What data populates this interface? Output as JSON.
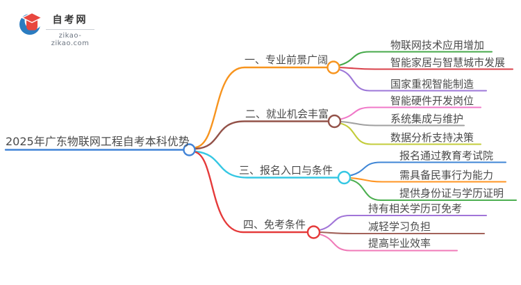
{
  "logo": {
    "title": "自考网",
    "domain": "zikao-zikao.com",
    "crescent_color": "#2b7cc0",
    "cap_color": "#e8473f"
  },
  "central": {
    "label": "2025年广东物联网工程自考本科优势",
    "color": "#4183d7"
  },
  "branches": [
    {
      "label": "一、专业前景广阔",
      "color": "#f7941e",
      "children": [
        {
          "label": "物联网技术应用增加",
          "color": "#46a94a"
        },
        {
          "label": "智能家居与智慧城市发展",
          "color": "#d9404a"
        },
        {
          "label": "国家重视智能制造",
          "color": "#9d77d8"
        }
      ]
    },
    {
      "label": "二、就业机会丰富",
      "color": "#935249",
      "children": [
        {
          "label": "智能硬件开发岗位",
          "color": "#f078c8"
        },
        {
          "label": "系统集成与维护",
          "color": "#a0a0a0"
        },
        {
          "label": "数据分析支持决策",
          "color": "#c3cc3a"
        }
      ]
    },
    {
      "label": "三、报名入口与条件",
      "color": "#35c7e3",
      "children": [
        {
          "label": "报名通过教育考试院",
          "color": "#3f86d6"
        },
        {
          "label": "需具备民事行为能力",
          "color": "#ff9523"
        },
        {
          "label": "提供身份证与学历证明",
          "color": "#4caf50"
        }
      ]
    },
    {
      "label": "四、免考条件",
      "color": "#e53a3a",
      "children": [
        {
          "label": "持有相关学历可免考",
          "color": "#a175d8"
        },
        {
          "label": "减轻学习负担",
          "color": "#a2625a"
        },
        {
          "label": "提高毕业效率",
          "color": "#f07ab8"
        }
      ]
    }
  ]
}
